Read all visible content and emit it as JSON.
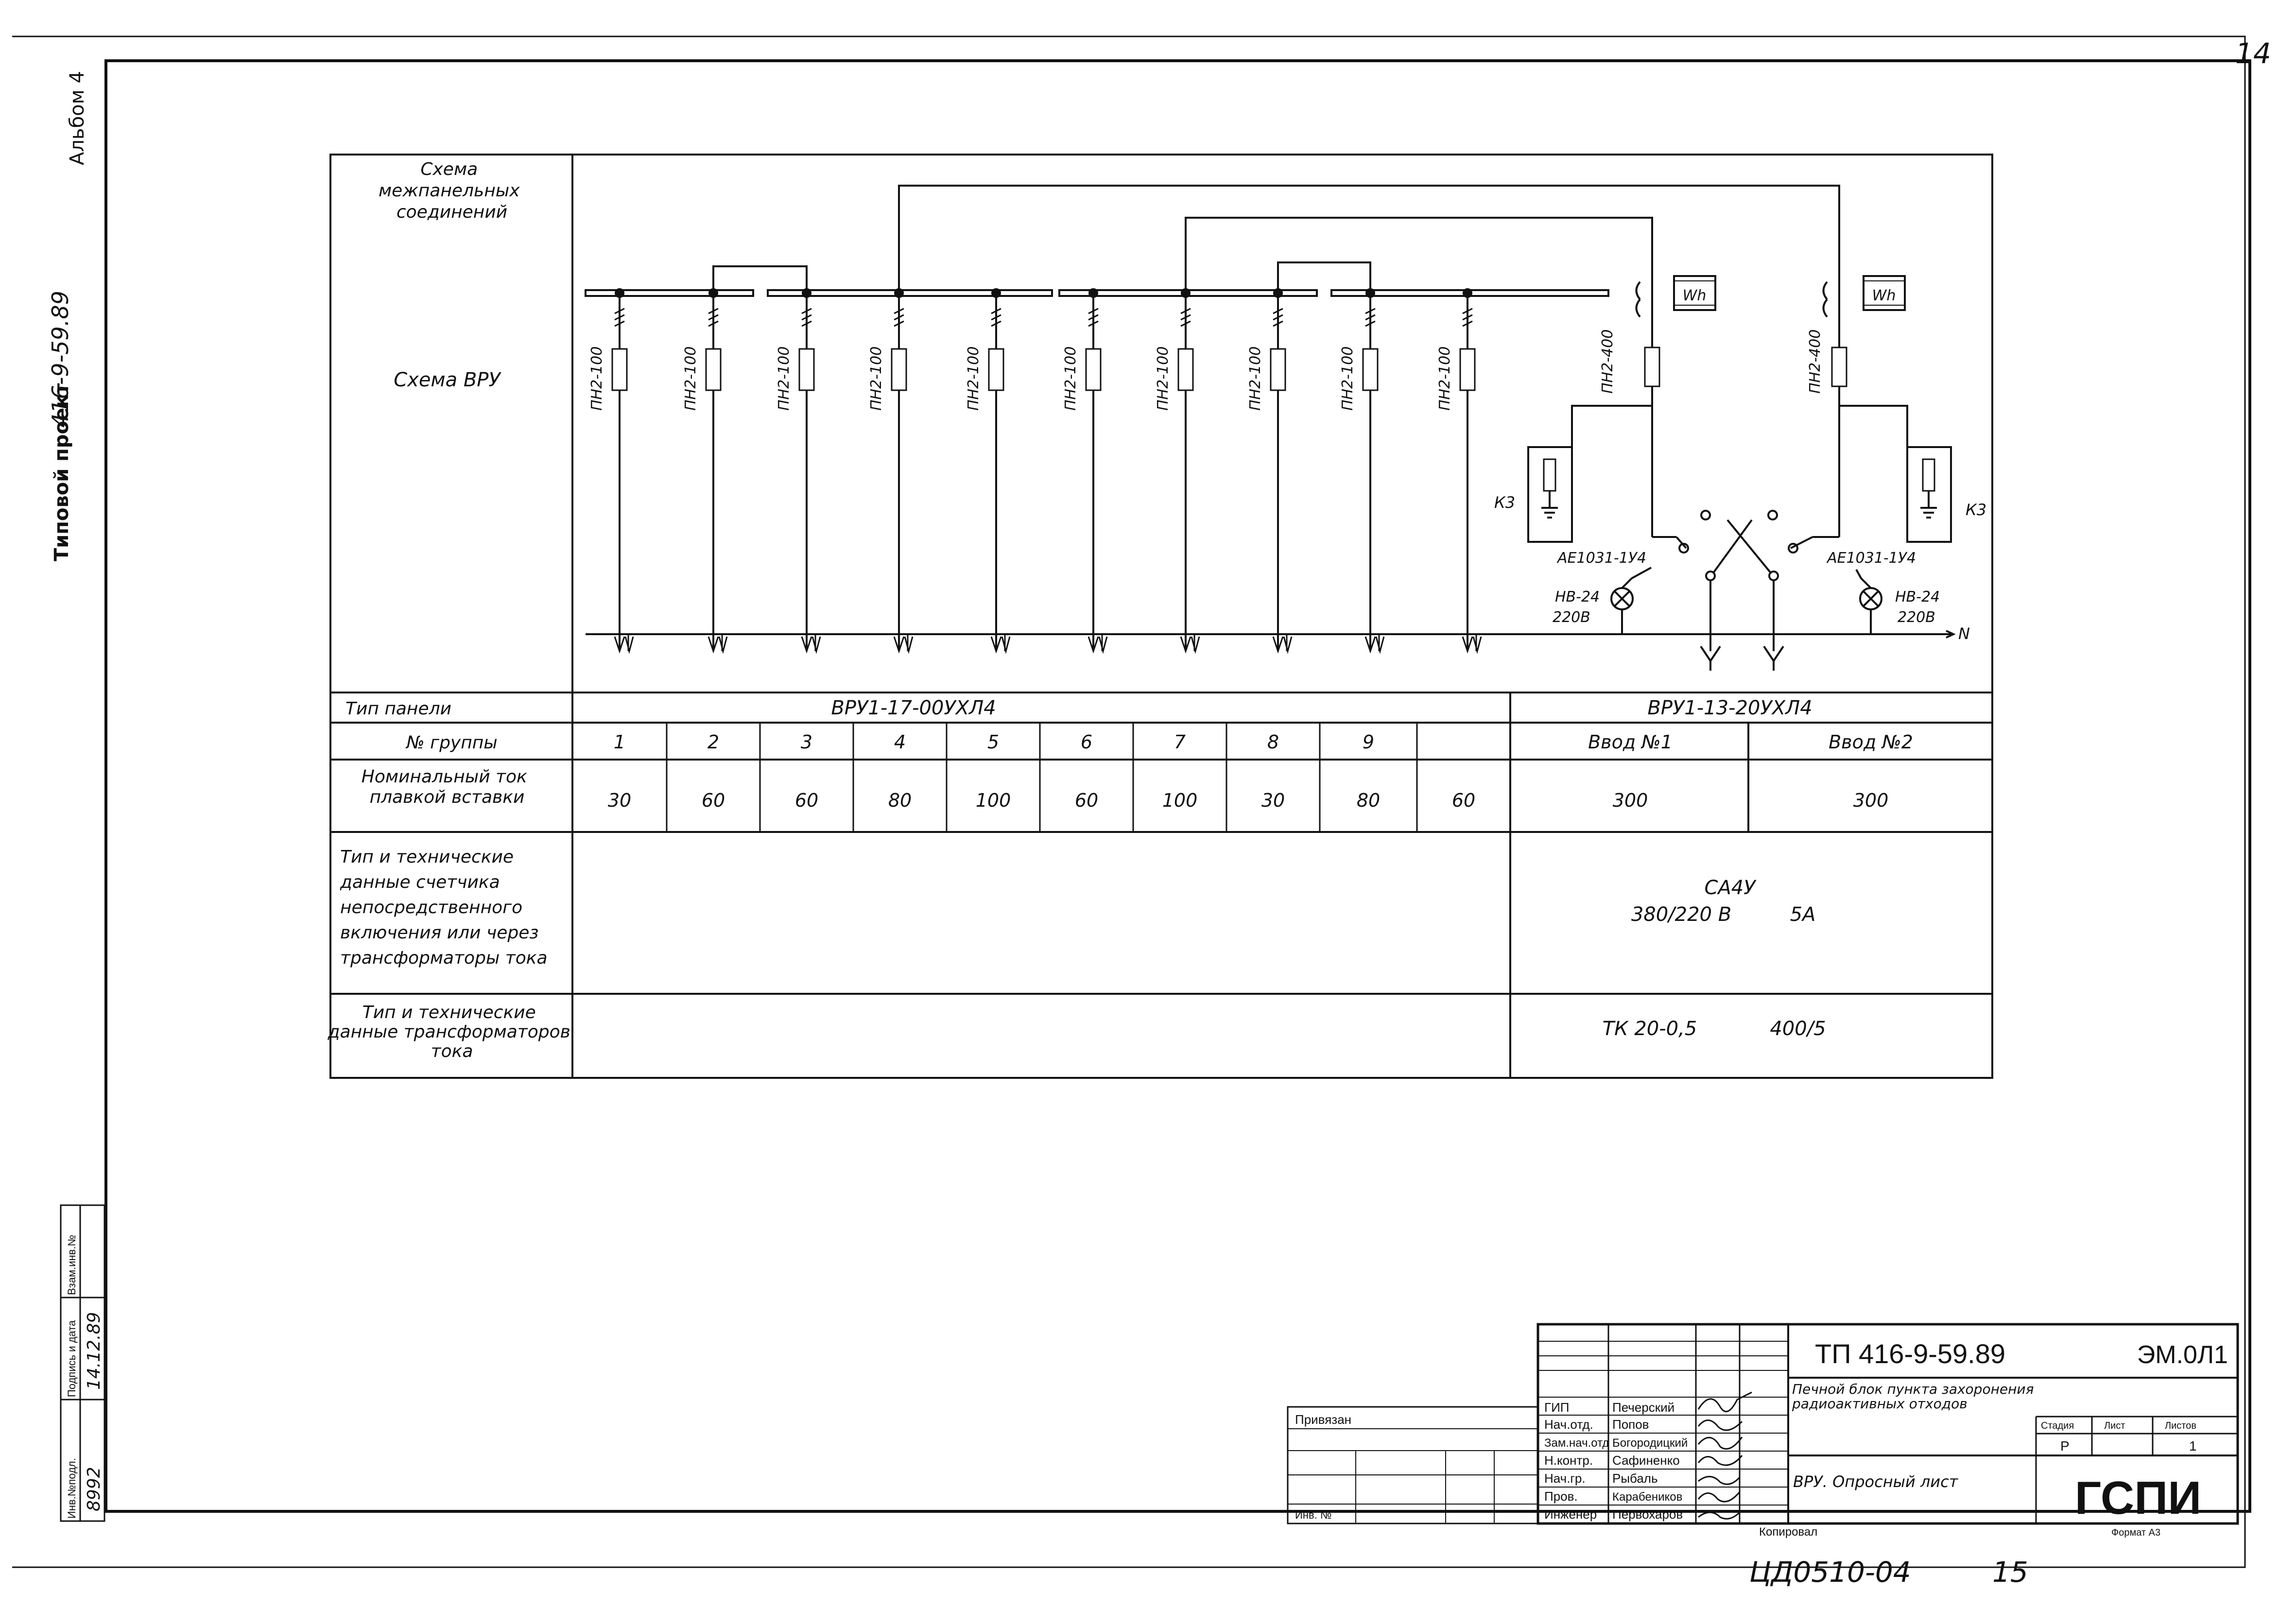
{
  "page_number": "14",
  "side": {
    "album": "Альбом 4",
    "project_label": "Типовой проект",
    "project_code": "416-9-59.89",
    "stamp_cols": [
      "Взам.инв.№",
      "Подпись и дата",
      "Инв.№подл."
    ],
    "sign_date": "14.12.89",
    "inv_no": "8992"
  },
  "rows": {
    "interpanel": "Схема межпанельных соединений",
    "vru": "Схема ВРУ",
    "panel_type": "Тип панели",
    "group_no": "№ группы",
    "nominal": "Номинальный ток плавкой вставки",
    "meter": "Тип и технические данные счетчика непосредственного включения или через трансформаторы тока",
    "ct": "Тип и технические данные трансформаторов тока"
  },
  "panels": {
    "left": "ВРУ1-17-00УХЛ4",
    "right": "ВРУ1-13-20УХЛ4"
  },
  "groups": [
    {
      "no": "1",
      "current": "30",
      "fuse": "ПН2-100"
    },
    {
      "no": "2",
      "current": "60",
      "fuse": "ПН2-100"
    },
    {
      "no": "3",
      "current": "60",
      "fuse": "ПН2-100"
    },
    {
      "no": "4",
      "current": "80",
      "fuse": "ПН2-100"
    },
    {
      "no": "5",
      "current": "100",
      "fuse": "ПН2-100"
    },
    {
      "no": "6",
      "current": "60",
      "fuse": "ПН2-100"
    },
    {
      "no": "7",
      "current": "100",
      "fuse": "ПН2-100"
    },
    {
      "no": "8",
      "current": "30",
      "fuse": "ПН2-100"
    },
    {
      "no": "9",
      "current": "80",
      "fuse": "ПН2-100"
    },
    {
      "no": "",
      "current": "60",
      "fuse": "ПН2-100"
    }
  ],
  "inputs": [
    {
      "name": "Ввод №1",
      "current": "300",
      "fuse": "ПН2-400"
    },
    {
      "name": "Ввод №2",
      "current": "300",
      "fuse": "ПН2-400"
    }
  ],
  "meter_data": {
    "type": "СА4У",
    "voltage": "380/220 В",
    "current": "5А"
  },
  "ct_data": {
    "type": "ТК 20-0,5",
    "ratio": "400/5"
  },
  "schematic": {
    "wh": "Wh",
    "k3": "К3",
    "breaker": "АЕ1031-1У4",
    "lamp": "НВ-24",
    "lamp_v": "220В",
    "neutral": "N"
  },
  "title_block": {
    "priv": "Привязан",
    "inv": "Инв. №",
    "doc_code": "ТП 416-9-59.89",
    "sheet_code": "ЭМ.0Л1",
    "project_title": "Печной блок пункта захоронения радиоактивных отходов",
    "sheet_title": "ВРУ. Опросный лист",
    "stage_label": "Стадия",
    "sheet_label": "Лист",
    "sheets_label": "Листов",
    "stage": "Р",
    "sheets": "1",
    "org": "ГСПИ",
    "roles": [
      {
        "role": "ГИП",
        "name": "Печерский"
      },
      {
        "role": "Нач.отд.",
        "name": "Попов"
      },
      {
        "role": "Зам.нач.отд",
        "name": "Богородицкий"
      },
      {
        "role": "Н.контр.",
        "name": "Сафиненко"
      },
      {
        "role": "Нач.гр.",
        "name": "Рыбаль"
      },
      {
        "role": "Пров.",
        "name": "Карабеников"
      },
      {
        "role": "Инженер",
        "name": "Первохаров"
      }
    ],
    "copied": "Копировал",
    "format": "Формат А3"
  },
  "bottom_code": "ЦД0510-04",
  "bottom_num": "15"
}
